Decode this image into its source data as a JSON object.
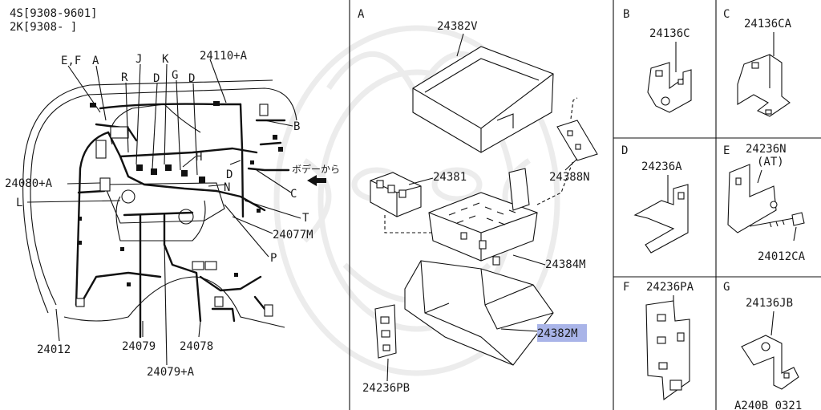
{
  "header": {
    "model_line_1": "4S[9308-9601]",
    "model_line_2": "2K[9308-     ]"
  },
  "main_view": {
    "connector_letters": [
      "E,F",
      "A",
      "J",
      "K",
      "R",
      "D",
      "G",
      "D",
      "B",
      "H",
      "D",
      "C",
      "N",
      "T",
      "P",
      "L"
    ],
    "part_numbers": {
      "harness_top": "24110+A",
      "harness_left": "24080+A",
      "harness_77": "24077M",
      "harness_12": "24012",
      "harness_79": "24079",
      "harness_78": "24078",
      "harness_79a": "24079+A"
    },
    "from_body_note": "ボデーから"
  },
  "panel_a": {
    "letter": "A",
    "parts": {
      "cover": "24382V",
      "relay": "24381",
      "bracket_n": "24388N",
      "box": "24384M",
      "base": "24382M",
      "bracket_pb": "24236PB"
    },
    "highlighted_part": "24382M",
    "highlight_color": "#a9b4e8"
  },
  "panels": [
    {
      "letter": "B",
      "part": "24136C"
    },
    {
      "letter": "C",
      "part": "24136CA"
    },
    {
      "letter": "D",
      "part": "24236A"
    },
    {
      "letter": "E",
      "part": "24236N",
      "note": "(AT)",
      "bolt": "24012CA"
    },
    {
      "letter": "F",
      "part": "24236PA"
    },
    {
      "letter": "G",
      "part": "24136JB"
    }
  ],
  "footer": {
    "diagram_code": "A240B 0321"
  }
}
